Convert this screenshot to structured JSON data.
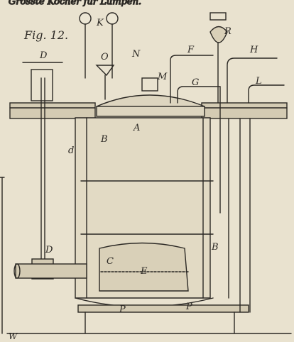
{
  "header_fragment": "Grösste Kocher für Lumpen.",
  "figure_label": "Fig. 12.",
  "letters": {
    "D_top": "D",
    "K": "K",
    "O": "O",
    "N": "N",
    "M": "M",
    "R": "R",
    "F": "F",
    "H": "H",
    "G": "G",
    "L": "L",
    "A": "A",
    "B_left": "B",
    "d": "d",
    "D_bottom": "D",
    "B_right": "B",
    "C": "C",
    "E": "E",
    "P_left": "P",
    "P_right": "P",
    "W": "W"
  },
  "colors": {
    "paper": "#e9e2cf",
    "ink": "#2b2824"
  }
}
